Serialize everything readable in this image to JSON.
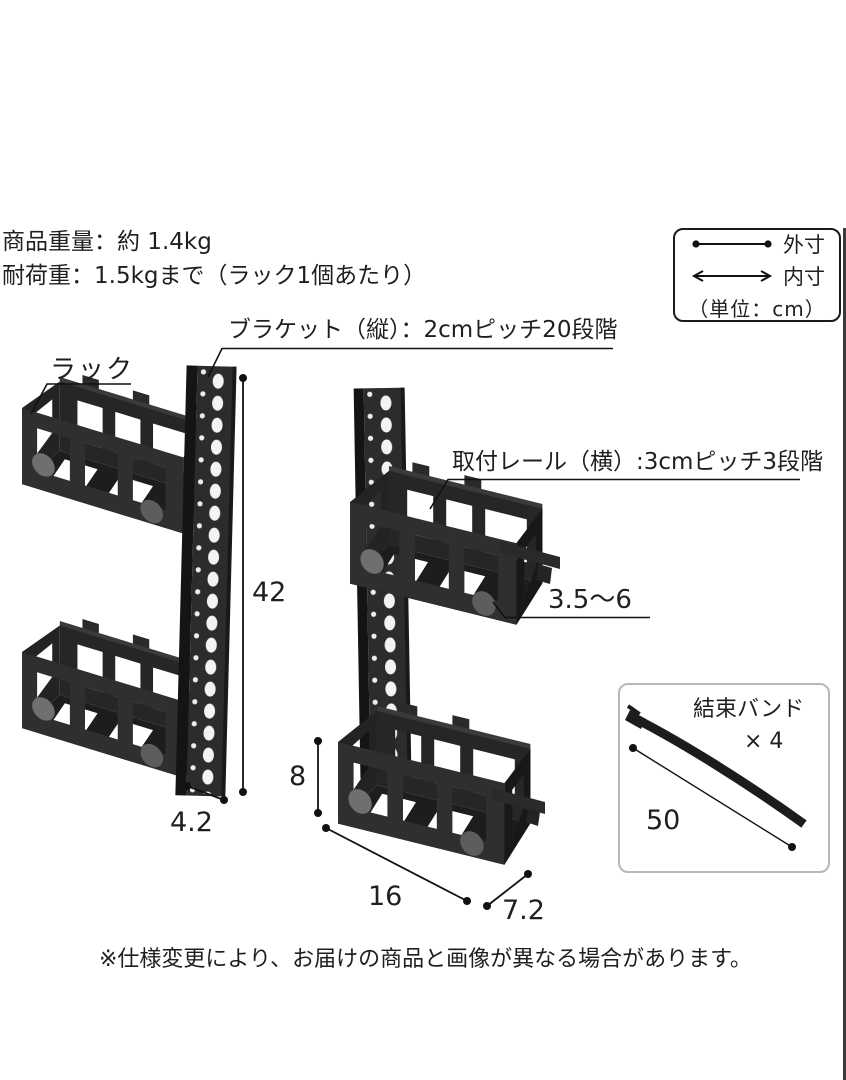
{
  "specs": {
    "weight": "商品重量：約 1.4kg",
    "load": "耐荷重：1.5kgまで（ラック1個あたり）"
  },
  "legend": {
    "outer": "外寸",
    "inner": "内寸",
    "unit": "（単位：cm）"
  },
  "callouts": {
    "bracket": "ブラケット（縦）：2cmピッチ20段階",
    "rack": "ラック",
    "rail": "取付レール（横）:3cmピッチ3段階",
    "depth_range": "3.5～6"
  },
  "dims": {
    "bracket_height": "42",
    "bracket_width": "4.2",
    "rack_height": "8",
    "rack_width": "16",
    "rack_depth": "7.2",
    "tie_length": "50"
  },
  "accessory": {
    "name": "結束バンド",
    "qty": "× 4"
  },
  "footnote": "※仕様変更により、お届けの商品と画像が異なる場合があります。",
  "colors": {
    "ink": "#1a1a1a",
    "metal_dark": "#1d1d1d",
    "metal_mid": "#2c2c2c",
    "box_border_gray": "#b8b8b8"
  }
}
